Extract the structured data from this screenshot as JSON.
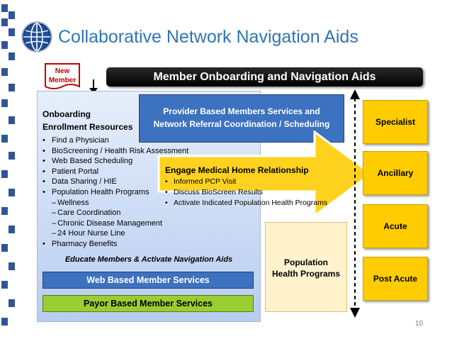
{
  "title": "Collaborative Network Navigation Aids",
  "new_member_flag": {
    "line1": "New",
    "line2": "Member"
  },
  "banner": "Member Onboarding and Navigation Aids",
  "onboarding": {
    "title_line1": "Onboarding",
    "title_line2": "Enrollment Resources",
    "items": [
      {
        "text": "Find a Physician",
        "type": "bullet"
      },
      {
        "text": "BioScreening / Health Risk Assessment",
        "type": "bullet"
      },
      {
        "text": "Web Based Scheduling",
        "type": "bullet"
      },
      {
        "text": "Patient Portal",
        "type": "bullet"
      },
      {
        "text": "Data Sharing / HIE",
        "type": "bullet"
      },
      {
        "text": "Population Health Programs",
        "type": "bullet"
      },
      {
        "text": "Wellness",
        "type": "dash"
      },
      {
        "text": "Care Coordination",
        "type": "dash"
      },
      {
        "text": "Chronic Disease Management",
        "type": "dash"
      },
      {
        "text": "24 Hour Nurse Line",
        "type": "dash"
      },
      {
        "text": "Pharmacy Benefits",
        "type": "bullet"
      }
    ],
    "educate": "Educate Members & Activate Navigation Aids"
  },
  "web_services": "Web Based  Member Services",
  "payor_services": "Payor Based Member Services",
  "provider": {
    "line1": "Provider Based Members Services and",
    "line2": "Network Referral Coordination / Scheduling"
  },
  "engage": {
    "title": "Engage Medical Home Relationship",
    "items": [
      "Informed PCP Visit",
      "Discuss BioScreen Results",
      "Activate Indicated Population Health Programs"
    ]
  },
  "population": {
    "line1": "Population",
    "line2": "Health Programs"
  },
  "care_levels": [
    "Specialist",
    "Ancillary",
    "Acute",
    "Post Acute"
  ],
  "page_number": "10",
  "colors": {
    "title": "#2e75b6",
    "flag": "#c00000",
    "blue_box": "#3d72c0",
    "green_box": "#9acd32",
    "yellow": "#ffcc00",
    "arrow": "#ffd21f"
  }
}
